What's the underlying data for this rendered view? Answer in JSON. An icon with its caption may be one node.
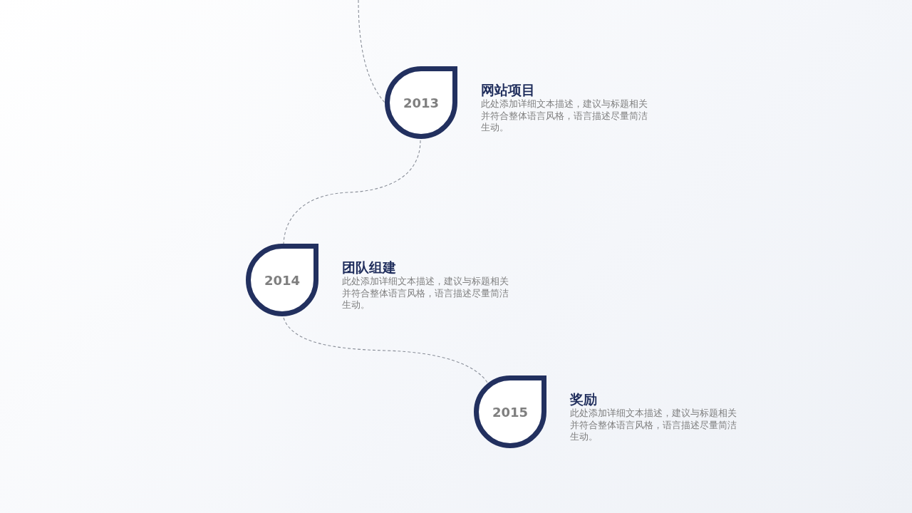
{
  "diagram": {
    "nodes": [
      {
        "text": [
          "2013"
        ],
        "beside": [
          "网站项目",
          "此处添加详细文本描述，建议与标题相关并符合整体语言风格，语言描述尽量简洁生动。"
        ]
      },
      {
        "text": [
          "2014"
        ],
        "beside": [
          "团队组建",
          "此处添加详细文本描述，建议与标题相关并符合整体语言风格，语言描述尽量简洁生动。"
        ]
      },
      {
        "text": [
          "2015"
        ],
        "beside": [
          "奖励",
          "此处添加详细文本描述，建议与标题相关并符合整体语言风格，语言描述尽量简洁生动。"
        ]
      }
    ],
    "edges": [
      {
        "from": null,
        "to": 0,
        "arrow": "none"
      },
      {
        "from": 0,
        "to": 1,
        "arrow": "none"
      },
      {
        "from": 1,
        "to": 2,
        "arrow": "none"
      }
    ]
  }
}
